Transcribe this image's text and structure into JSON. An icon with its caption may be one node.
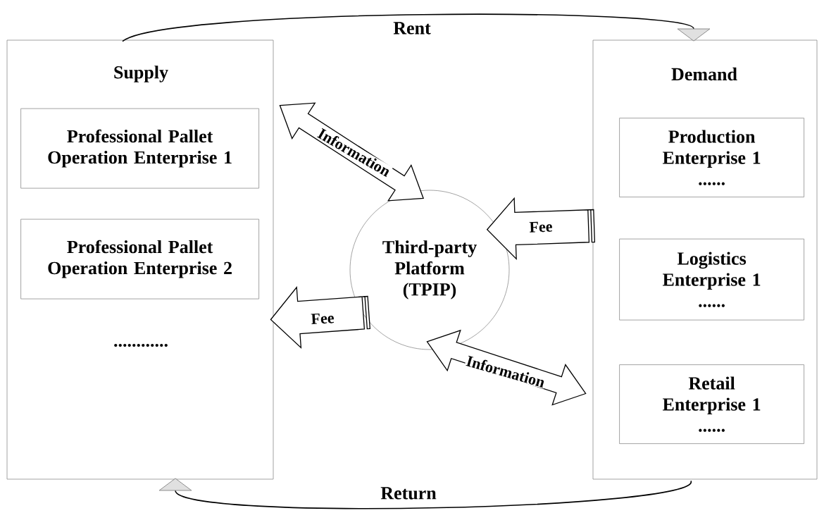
{
  "diagram": {
    "nodes": [
      {
        "text": [
          "Supply"
        ]
      },
      {
        "text": [
          "Professional Pallet Operation Enterprise 1"
        ],
        "in": 0
      },
      {
        "text": [
          "Professional Pallet Operation Enterprise 2"
        ],
        "in": 0
      },
      {
        "text": [
          "Demand"
        ]
      },
      {
        "text": [
          "Production Enterprise 1",
          "......"
        ],
        "in": 3
      },
      {
        "text": [
          "Logistics Enterprise 1",
          "......"
        ],
        "in": 3
      },
      {
        "text": [
          "Retail Enterprise 1",
          "......"
        ],
        "in": 3
      },
      {
        "text": [
          "Third-party Platform (TPIP)"
        ]
      }
    ],
    "edges": [
      {
        "from": 0,
        "to": 3,
        "arrow": "to",
        "label": "Rent"
      },
      {
        "from": 0,
        "to": 7,
        "arrow": "both",
        "label": "Information"
      },
      {
        "from": 3,
        "to": 7,
        "arrow": "to",
        "label": "Fee"
      },
      {
        "from": 7,
        "to": 0,
        "arrow": "to",
        "label": "Fee"
      },
      {
        "from": 7,
        "to": 3,
        "arrow": "both",
        "label": "Information"
      },
      {
        "from": 3,
        "to": 0,
        "arrow": "to",
        "label": "Return"
      }
    ],
    "labels": [
      "............"
    ]
  }
}
